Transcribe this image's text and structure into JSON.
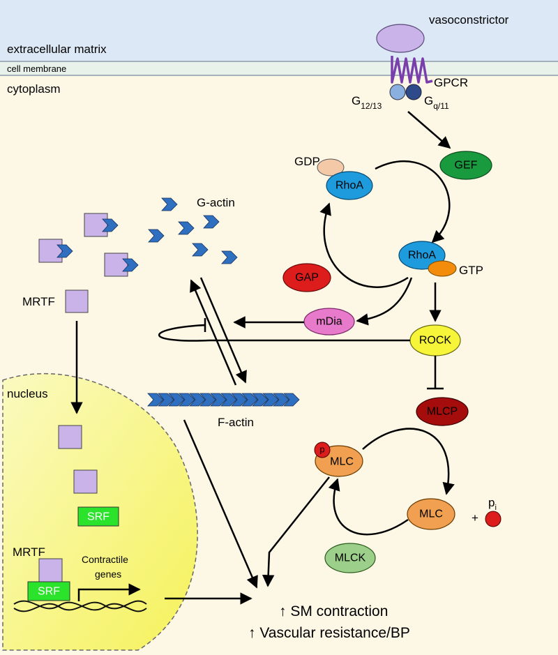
{
  "regions": {
    "extracellular": "extracellular matrix",
    "membrane": "cell membrane",
    "cytoplasm": "cytoplasm",
    "nucleus": "nucleus"
  },
  "labels": {
    "vasoconstrictor": "vasoconstrictor",
    "gpcr": "GPCR",
    "g1213": "G",
    "g1213_sub": "12/13",
    "gq11": "G",
    "gq11_sub": "q/11",
    "gdp": "GDP",
    "gtp": "GTP",
    "g_actin": "G-actin",
    "f_actin": "F-actin",
    "mrtf_cyto": "MRTF",
    "mrtf_nuc": "MRTF",
    "contractile_1": "Contractile",
    "contractile_2": "genes",
    "pi": "p",
    "pi_sub": "i",
    "plus": "+",
    "outcome_1": "↑ SM contraction",
    "outcome_2": "↑ Vascular resistance/BP"
  },
  "nodes": {
    "gef": "GEF",
    "rhoa_top": "RhoA",
    "rhoa_mid": "RhoA",
    "gap": "GAP",
    "mdia": "mDia",
    "rock": "ROCK",
    "mlcp": "MLCP",
    "mlc_p": "MLC",
    "p_badge": "p",
    "mlc": "MLC",
    "mlck": "MLCK",
    "srf1": "SRF",
    "srf2": "SRF"
  },
  "colors": {
    "extracellular": "#dce8f5",
    "membrane": "#e8f2ea",
    "cytoplasm": "#fdf7e6",
    "nucleus": "#f7f57a",
    "gef": "#1a9a3f",
    "rhoa": "#1e9bdc",
    "gdp": "#f3c9a8",
    "gtp": "#f28c0a",
    "gap": "#dd1c1c",
    "mdia": "#e87acb",
    "rock": "#f7f53a",
    "mlcp": "#a50d0d",
    "mlc": "#f0a050",
    "mlck": "#9ccf8a",
    "srf": "#2ce32c",
    "mrtf": "#c9b3e8",
    "actin": "#2f6fc0",
    "gpcr": "#7a3dac"
  }
}
